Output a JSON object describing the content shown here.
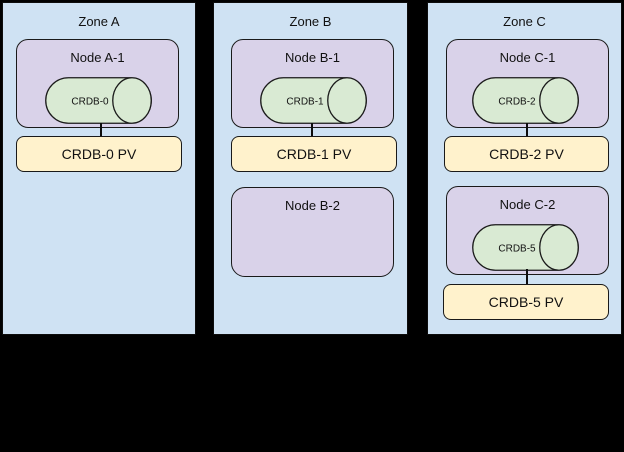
{
  "diagram": {
    "colors": {
      "background": "#000000",
      "zone_fill": "#cfe2f3",
      "node_fill": "#d9d2e9",
      "cylinder_fill": "#d9ead3",
      "pv_fill": "#fff2cc",
      "stroke": "#0d0d0d"
    },
    "zones": [
      {
        "label": "Zone A",
        "nodes": [
          {
            "label": "Node A-1",
            "cylinder": "CRDB-0",
            "pv": "CRDB-0 PV"
          }
        ]
      },
      {
        "label": "Zone B",
        "nodes": [
          {
            "label": "Node B-1",
            "cylinder": "CRDB-1",
            "pv": "CRDB-1 PV"
          },
          {
            "label": "Node B-2"
          }
        ]
      },
      {
        "label": "Zone C",
        "nodes": [
          {
            "label": "Node C-1",
            "cylinder": "CRDB-2",
            "pv": "CRDB-2 PV"
          },
          {
            "label": "Node C-2",
            "cylinder": "CRDB-5",
            "pv": "CRDB-5 PV"
          }
        ]
      }
    ]
  }
}
